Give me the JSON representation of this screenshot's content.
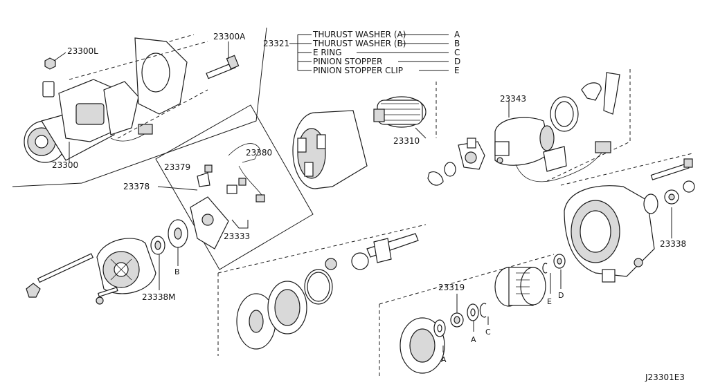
{
  "callouts": {
    "p23300A": "23300A",
    "p23300L": "23300L",
    "p23300": "23300",
    "p23321": "23321",
    "p23380": "23380",
    "p23379": "23379",
    "p23378": "23378",
    "p23333": "23333",
    "p23310": "23310",
    "p23343": "23343",
    "p23338": "23338",
    "p23338M": "23338M",
    "p23319": "23319"
  },
  "legend": [
    {
      "text": "THURUST WASHER (A)",
      "key": "A"
    },
    {
      "text": "THURUST WASHER (B)",
      "key": "B"
    },
    {
      "text": "E RING",
      "key": "C"
    },
    {
      "text": "PINION STOPPER",
      "key": "D"
    },
    {
      "text": "PINION STOPPER CLIP",
      "key": "E"
    }
  ],
  "letter_tags": {
    "B": "B",
    "A1": "A",
    "A2": "A",
    "C": "C",
    "E": "E",
    "D": "D"
  },
  "diagram_code": "J23301E3"
}
